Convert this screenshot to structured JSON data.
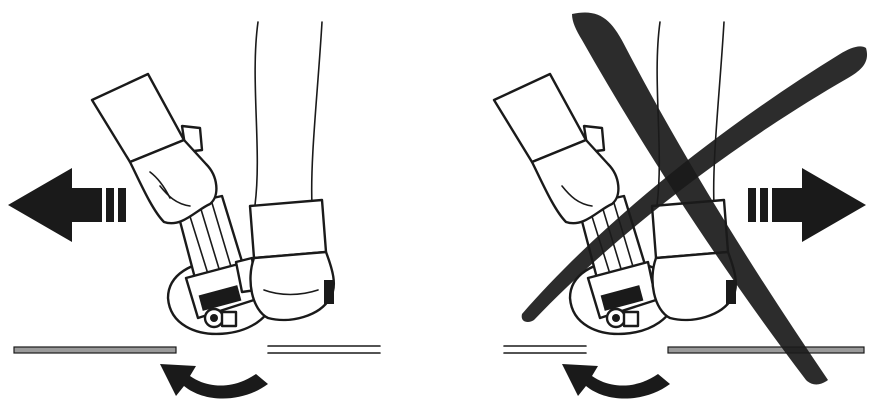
{
  "panels": [
    {
      "id": "correct",
      "feed_direction": "left",
      "blade_rotation": "counter-clockwise",
      "crossed_out": false
    },
    {
      "id": "incorrect",
      "feed_direction": "right",
      "blade_rotation": "counter-clockwise",
      "crossed_out": true
    }
  ],
  "colors": {
    "ink": "#1a1a1a",
    "workpiece_fill": "#9a9a9a",
    "background": "#ffffff"
  },
  "icons": [
    "feed-arrow-icon",
    "rotation-arrow-icon",
    "cross-out-icon",
    "angle-grinder-icon",
    "gloved-hand-icon"
  ]
}
